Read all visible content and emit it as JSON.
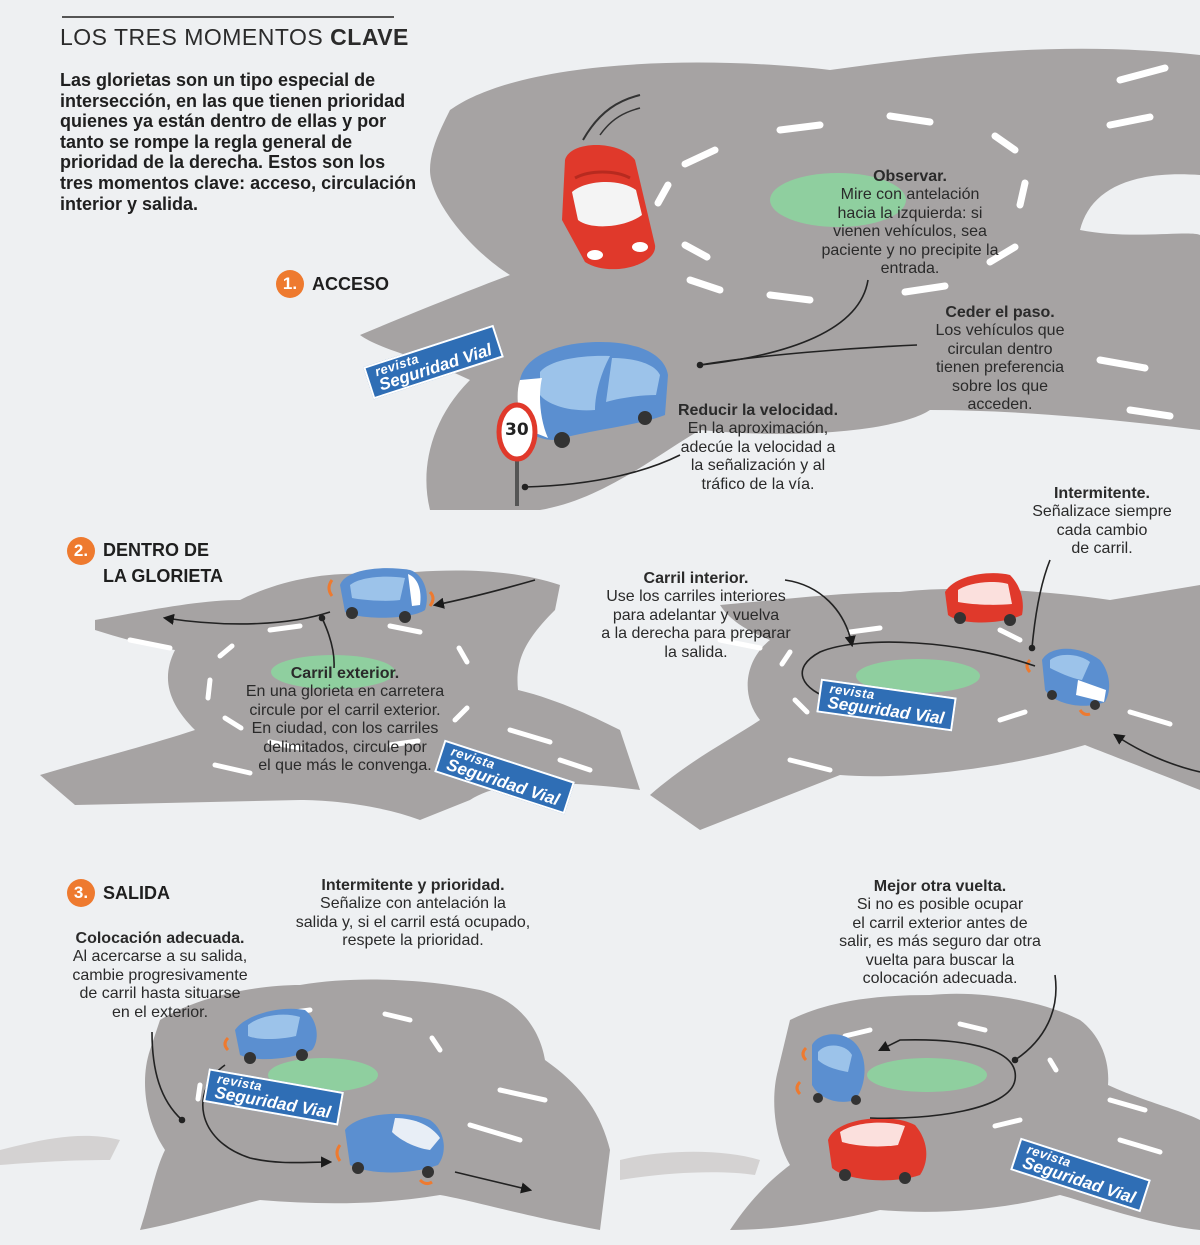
{
  "header": {
    "title_light": "LOS TRES MOMENTOS ",
    "title_bold": "CLAVE",
    "intro": "Las glorietas son un tipo especial de intersección, en las que tienen prioridad quienes ya están dentro de ellas y por tanto se rompe la regla general de prioridad de la derecha. Estos son los tres momentos clave: acceso, circulación interior y salida."
  },
  "sections": [
    {
      "number": "1.",
      "title": "ACCESO"
    },
    {
      "number": "2.",
      "title": "DENTRO DE\nLA GLORIETA"
    },
    {
      "number": "3.",
      "title": "SALIDA"
    }
  ],
  "notes": {
    "observar": {
      "heading": "Observar.",
      "body": "Mire con antelación\nhacia la izquierda: si\nvienen vehículos, sea\npaciente y no precipite la\nentrada."
    },
    "ceder": {
      "heading": "Ceder el paso.",
      "body": "Los vehículos que\ncirculan dentro\ntienen preferencia\nsobre los que\nacceden."
    },
    "reducir": {
      "heading": "Reducir la velocidad.",
      "body": "En la aproximación,\nadecúe la velocidad a\nla señalización y al\ntráfico de la vía."
    },
    "intermitente": {
      "heading": "Intermitente.",
      "body": "Señalizace siempre\ncada cambio\nde carril."
    },
    "carril_interior": {
      "heading": "Carril interior.",
      "body": "Use los carriles interiores\npara adelantar y vuelva\na la derecha para preparar\nla salida."
    },
    "carril_exterior": {
      "heading": "Carril exterior.",
      "body": "En una glorieta en carretera\ncircule por el carril exterior.\nEn ciudad, con los carriles\ndelimitados, circule por\nel que más le convenga."
    },
    "intermitente_prioridad": {
      "heading": "Intermitente y prioridad.",
      "body": "Señalize con antelación la\nsalida y, si el carril está ocupado,\nrespete la prioridad."
    },
    "colocacion": {
      "heading": "Colocación adecuada.",
      "body": "Al acercarse a su salida,\ncambie progresivamente\nde carril hasta situarse\nen el exterior."
    },
    "otra_vuelta": {
      "heading": "Mejor otra vuelta.",
      "body": "Si no es posible ocupar\nel carril exterior antes de\nsalir, es más seguro dar otra\nvuelta para buscar la\ncolocación adecuada."
    }
  },
  "brand": {
    "line1": "revista",
    "line2": "Seguridad Vial"
  },
  "speed_sign": "30",
  "colors": {
    "road": "#a6a3a3",
    "island": "#8fcf9f",
    "accent_orange": "#ee7a2f",
    "car_red": "#e0392b",
    "car_blue": "#5b8fd0",
    "brand_blue": "#2f6eb5"
  }
}
